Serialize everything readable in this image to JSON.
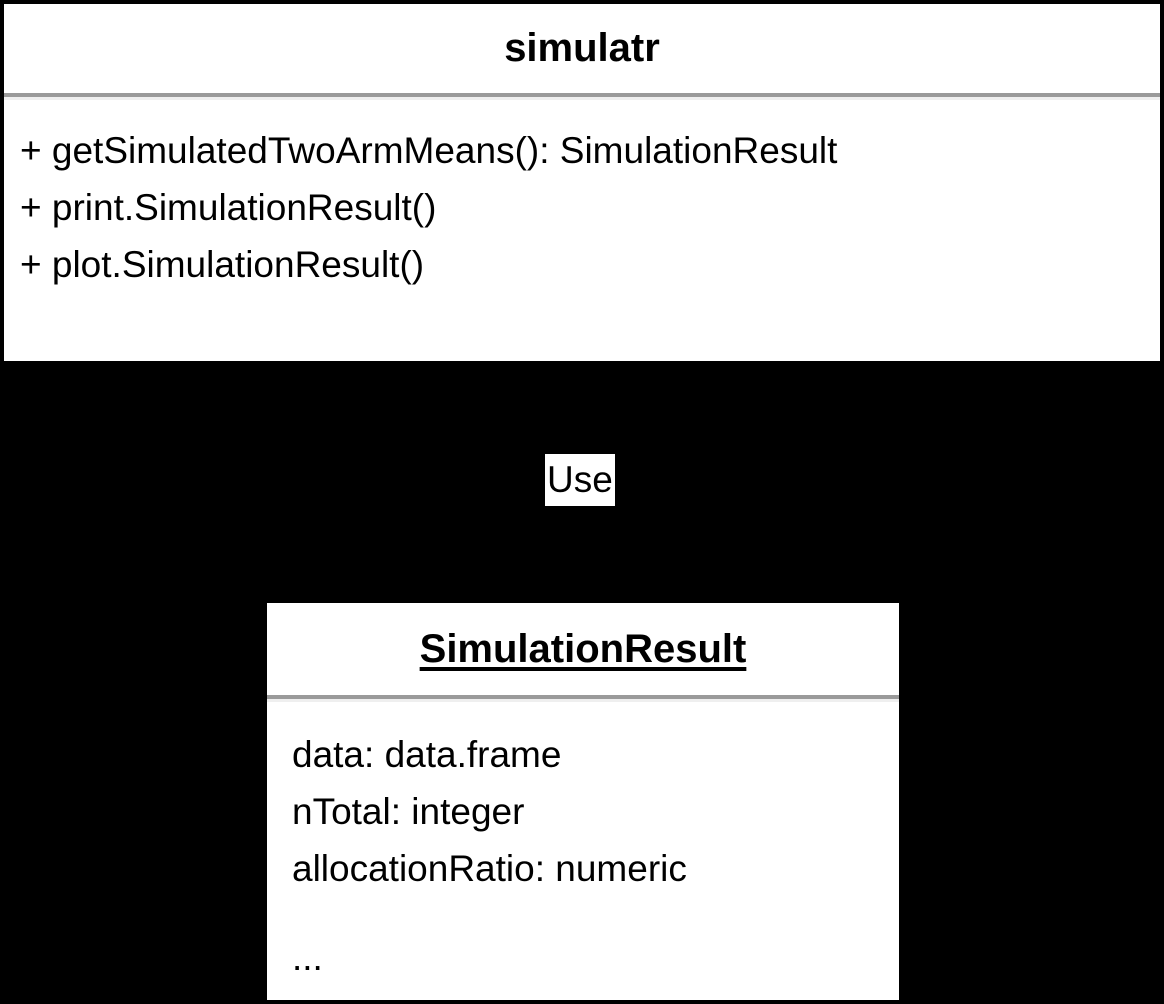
{
  "diagram": {
    "type": "uml-class-diagram",
    "background_color": "#000000",
    "box_fill_color": "#ffffff",
    "box_border_color": "#000000",
    "divider_color": "#9a9a9a",
    "text_color": "#000000"
  },
  "classes": [
    {
      "id": "simulatr",
      "name": "simulatr",
      "name_style": "bold",
      "members": [
        "+ getSimulatedTwoArmMeans(): SimulationResult",
        "+ print.SimulationResult()",
        "+ plot.SimulationResult()"
      ]
    },
    {
      "id": "simulation-result",
      "name": "SimulationResult",
      "name_style": "bold-underline",
      "members": [
        "data: data.frame",
        "nTotal: integer",
        "allocationRatio: numeric",
        "..."
      ]
    }
  ],
  "relationships": [
    {
      "id": "use",
      "label": "Use",
      "from": "simulatr",
      "to": "simulation-result"
    }
  ]
}
